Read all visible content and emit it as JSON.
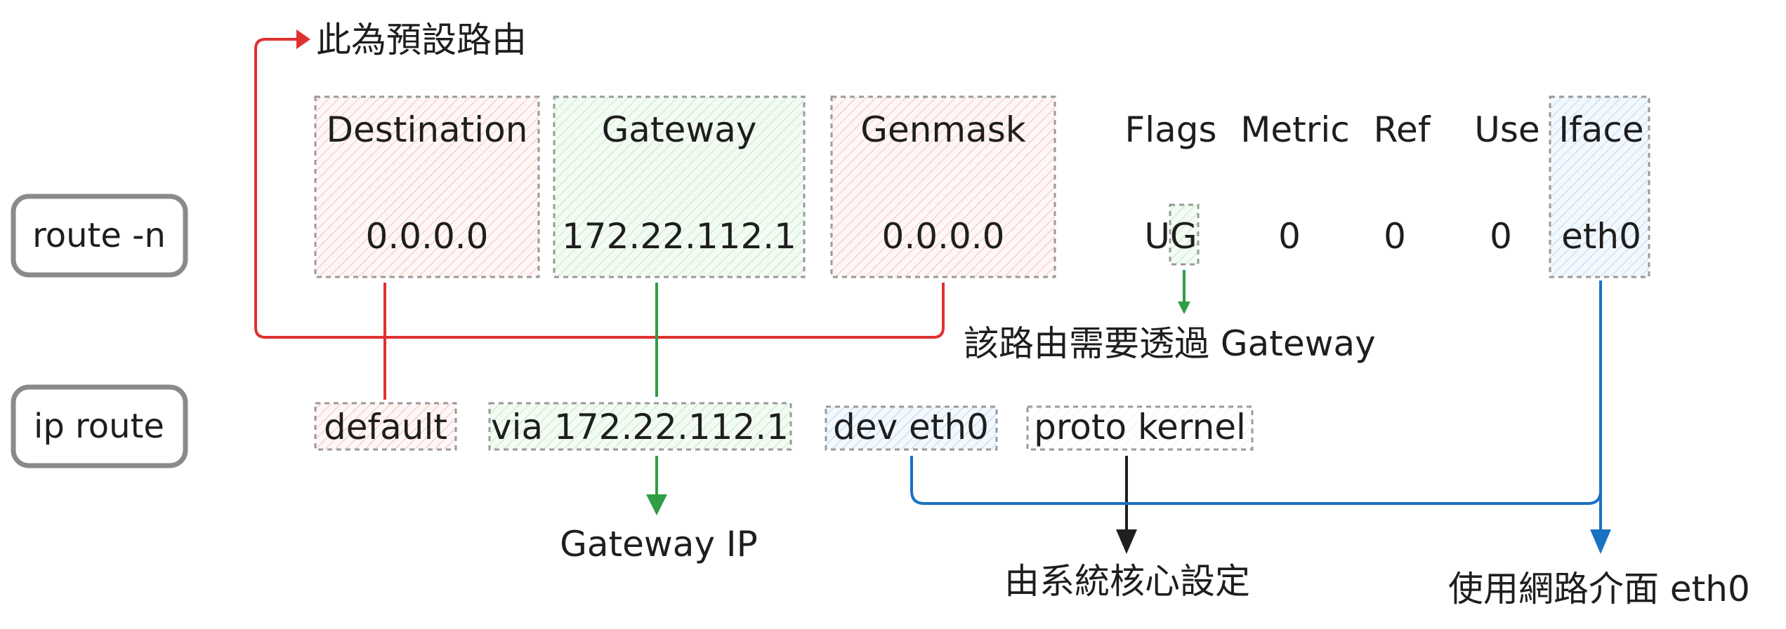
{
  "commands": {
    "route_n": "route -n",
    "ip_route": "ip route"
  },
  "route_table": {
    "headers": {
      "destination": "Destination",
      "gateway": "Gateway",
      "genmask": "Genmask",
      "flags": "Flags",
      "metric": "Metric",
      "ref": "Ref",
      "use": "Use",
      "iface": "Iface"
    },
    "row": {
      "destination": "0.0.0.0",
      "gateway": "172.22.112.1",
      "genmask": "0.0.0.0",
      "flags": "UG",
      "metric": "0",
      "ref": "0",
      "use": "0",
      "iface": "eth0"
    }
  },
  "ip_route_parts": {
    "default": "default",
    "via": "via 172.22.112.1",
    "dev": "dev eth0",
    "proto": "proto kernel"
  },
  "annotations": {
    "default_route": "此為預設路由",
    "needs_gateway": "該路由需要透過 Gateway",
    "gateway_ip": "Gateway IP",
    "set_by_kernel": "由系統核心設定",
    "uses_interface": "使用網路介面 eth0"
  },
  "colors": {
    "red": "#e03131",
    "green": "#2f9e44",
    "blue": "#1971c2",
    "black": "#1e1e1e",
    "red_fill": "#ffc9c9",
    "green_fill": "#b2f2bb",
    "blue_fill": "#a5d8ff"
  }
}
